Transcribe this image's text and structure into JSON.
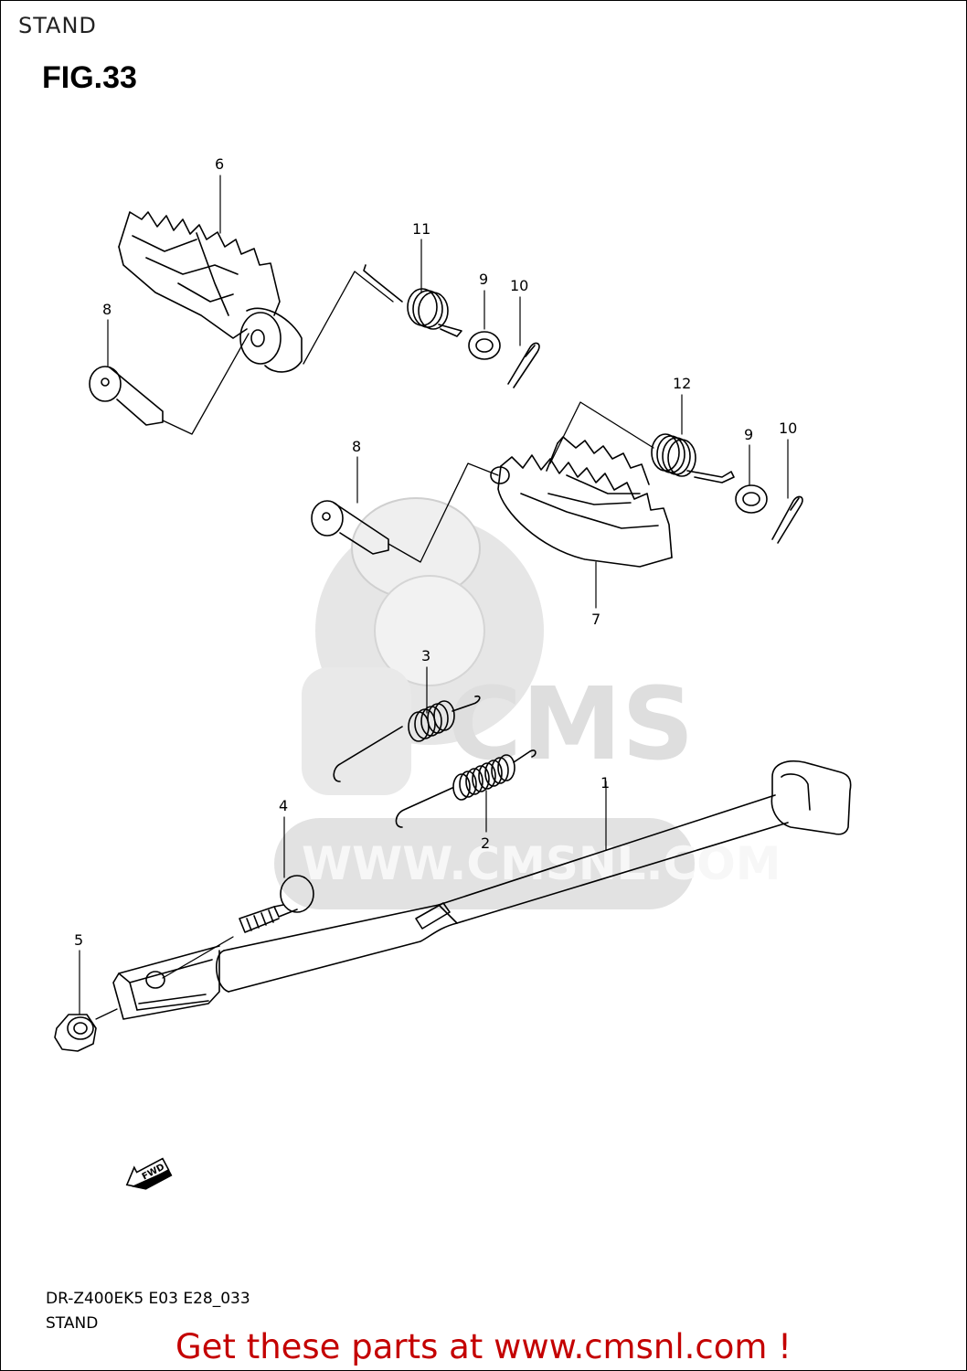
{
  "header": {
    "title": "STAND"
  },
  "figure": {
    "label": "FIG.33"
  },
  "callouts": [
    {
      "id": "c6",
      "text": "6"
    },
    {
      "id": "c11",
      "text": "11"
    },
    {
      "id": "c9a",
      "text": "9"
    },
    {
      "id": "c10a",
      "text": "10"
    },
    {
      "id": "c8a",
      "text": "8"
    },
    {
      "id": "c12",
      "text": "12"
    },
    {
      "id": "c9b",
      "text": "9"
    },
    {
      "id": "c10b",
      "text": "10"
    },
    {
      "id": "c8b",
      "text": "8"
    },
    {
      "id": "c7",
      "text": "7"
    },
    {
      "id": "c3",
      "text": "3"
    },
    {
      "id": "c1",
      "text": "1"
    },
    {
      "id": "c4",
      "text": "4"
    },
    {
      "id": "c2",
      "text": "2"
    },
    {
      "id": "c5",
      "text": "5"
    }
  ],
  "fwd_label": "FWD",
  "watermark": {
    "text": "WWW.CMSNL.COM",
    "logo_text": "CMS"
  },
  "model_code": "DR-Z400EK5 E03 E28_033",
  "section_name": "STAND",
  "footer": {
    "cta": "Get these parts at www.cmsnl.com !"
  },
  "colors": {
    "cta": "#c40000",
    "line": "#000000",
    "watermark": "#d9d9d9"
  }
}
